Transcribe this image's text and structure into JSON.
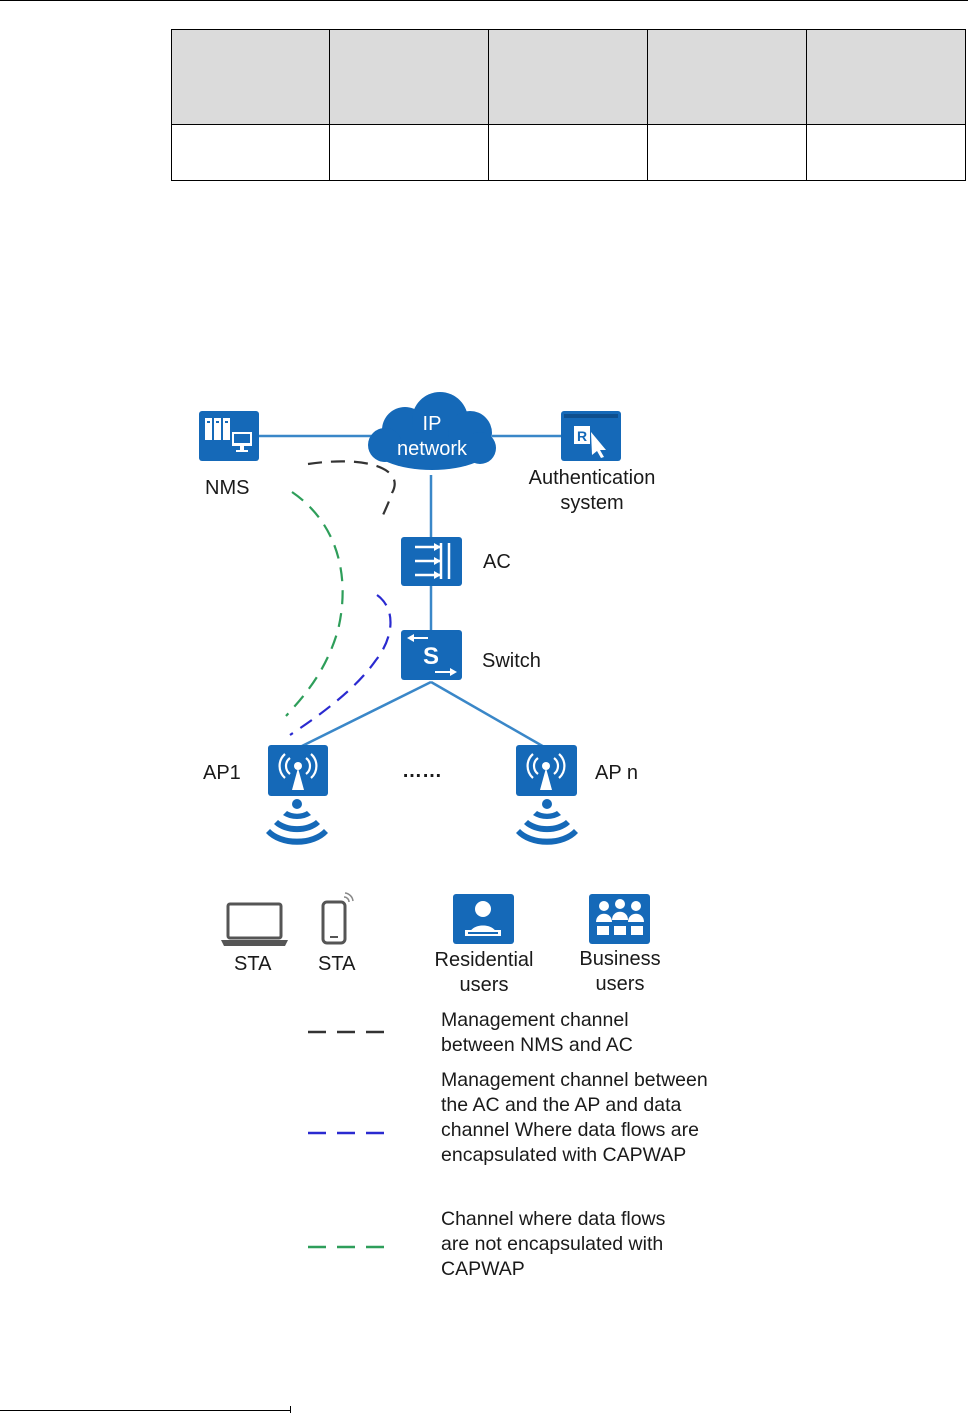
{
  "table": {
    "header_cells": [
      "",
      "",
      "",
      "",
      ""
    ],
    "row_cells": [
      "",
      "",
      "",
      "",
      ""
    ]
  },
  "diagram": {
    "nodes": {
      "nms": "NMS",
      "ip_network_line1": "IP",
      "ip_network_line2": "network",
      "auth_line1": "Authentication",
      "auth_line2": "system",
      "ac": "AC",
      "switch": "Switch",
      "ap1": "AP1",
      "ellipsis": "……",
      "apn": "AP n"
    },
    "terminals": {
      "sta_laptop": "STA",
      "sta_phone": "STA",
      "residential_line1": "Residential",
      "residential_line2": "users",
      "business_line1": "Business",
      "business_line2": "users"
    },
    "legend": [
      {
        "color": "#333333",
        "text": "Management channel between NMS and AC"
      },
      {
        "color": "#2a2ad0",
        "text": "Management channel between the AC and the AP and data channel Where data flows are encapsulated with CAPWAP"
      },
      {
        "color": "#2e9e5a",
        "text": "Channel where data flows are not encapsulated with CAPWAP"
      }
    ],
    "colors": {
      "icon_blue": "#1569b8",
      "link_blue": "#3a87c8"
    }
  }
}
